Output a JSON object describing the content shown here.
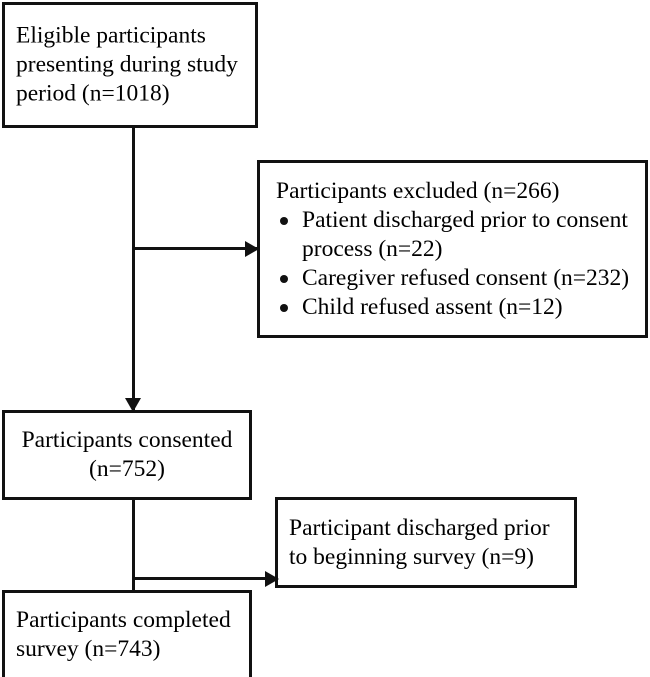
{
  "diagram": {
    "type": "participant-flow-chart",
    "nodes": {
      "eligible": {
        "lines": [
          "Eligible participants",
          "presenting during study",
          "period (n=1018)"
        ]
      },
      "excluded": {
        "heading": "Participants excluded (n=266)",
        "bullets": [
          "Patient discharged prior to consent process (n=22)",
          "Caregiver refused consent (n=232)",
          "Child refused assent (n=12)"
        ]
      },
      "consented": {
        "lines": [
          "Participants consented",
          "(n=752)"
        ]
      },
      "discharged": {
        "lines": [
          "Participant discharged prior",
          "to beginning survey (n=9)"
        ]
      },
      "completed": {
        "lines": [
          "Participants completed",
          "survey (n=743)"
        ]
      }
    }
  }
}
